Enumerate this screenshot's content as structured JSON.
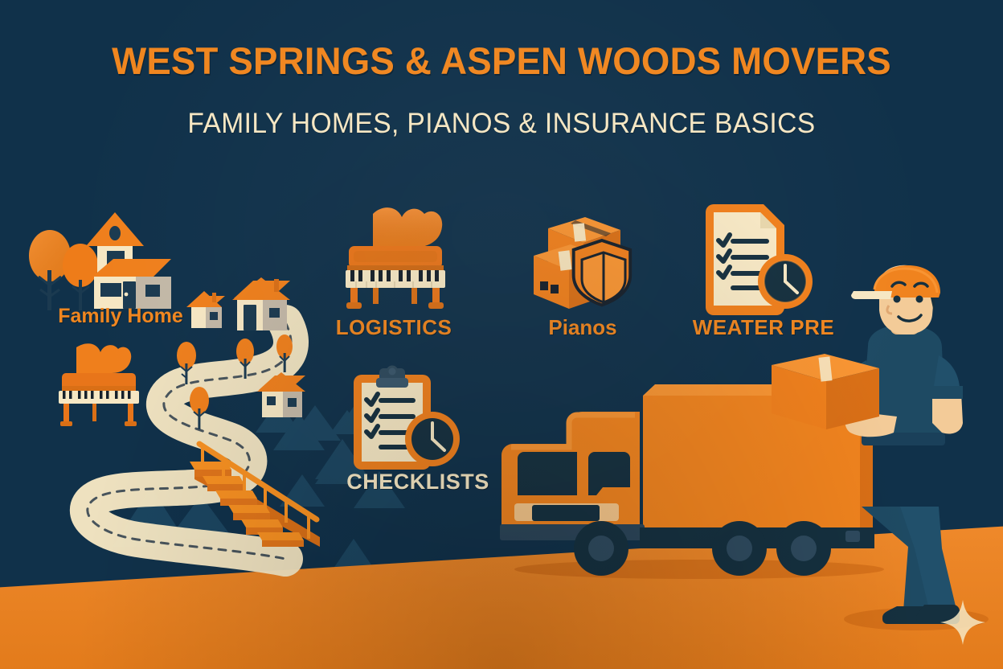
{
  "poster": {
    "background_color": "#10314a",
    "ground_color": "#f0821c",
    "accent_orange": "#f0861f",
    "cream": "#f6e7c3"
  },
  "header": {
    "title": "WEST SPRINGS & ASPEN WOODS MOVERS",
    "subtitle": "FAMILY HOMES, PIANOS & INSURANCE BASICS"
  },
  "icons": [
    {
      "id": "family-home",
      "label": "Family Home",
      "icon": "house-icon",
      "label_color": "#f0861f",
      "label_case": "title"
    },
    {
      "id": "logistics",
      "label": "LOGISTICS",
      "icon": "grand-piano-icon",
      "label_color": "#f0861f",
      "label_case": "upper"
    },
    {
      "id": "pianos",
      "label": "Pianos",
      "icon": "boxes-shield-icon",
      "label_color": "#f0861f",
      "label_case": "title"
    },
    {
      "id": "weather-prep",
      "label": "WEATER PRE",
      "icon": "document-clock-icon",
      "label_color": "#f0861f",
      "label_case": "upper"
    },
    {
      "id": "checklists",
      "label": "CHECKLISTS",
      "icon": "clipboard-clock-icon",
      "label_color": "#f6e7c3",
      "label_case": "upper"
    }
  ],
  "scene": {
    "road": "winding-dashed-road",
    "stairs": "orange-staircase",
    "truck": "orange-box-truck",
    "worker": "mover-carrying-box",
    "sparkle": "four-point-sparkle",
    "small_piano": "grand-piano-small",
    "houses": [
      "house-large",
      "house-small",
      "house-medium",
      "house-right-small"
    ],
    "trees": [
      "tree-pair-left",
      "tree-road-1",
      "tree-road-2",
      "tree-road-3",
      "tree-road-4"
    ],
    "mountains": "triangle-hills"
  }
}
